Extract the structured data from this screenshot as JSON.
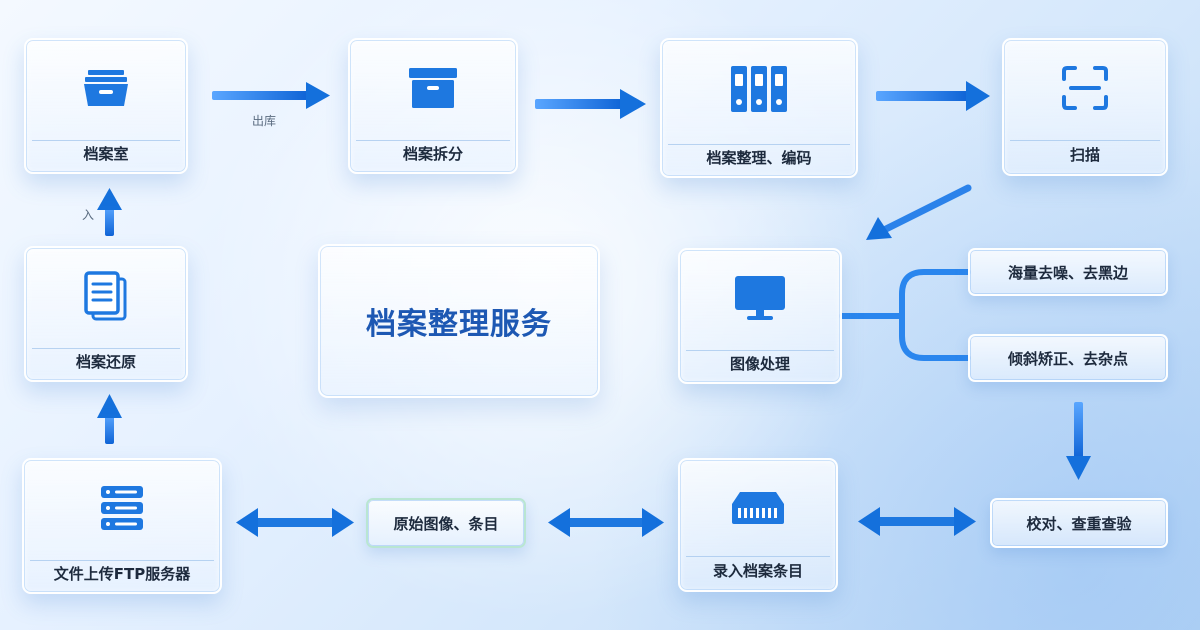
{
  "title": "档案整理服务",
  "nodes": {
    "archive_room": {
      "label": "档案室",
      "icon": "archive-box-icon"
    },
    "archive_split": {
      "label": "档案拆分",
      "icon": "storage-box-icon"
    },
    "archive_organize": {
      "label": "档案整理、编码",
      "icon": "binders-icon"
    },
    "scan": {
      "label": "扫描",
      "icon": "scan-icon"
    },
    "image_processing": {
      "label": "图像处理",
      "icon": "monitor-icon"
    },
    "denoise": {
      "label": "海量去噪、去黑边"
    },
    "deskew": {
      "label": "倾斜矫正、去杂点"
    },
    "proofread": {
      "label": "校对、查重查验"
    },
    "enter_records": {
      "label": "录入档案条目",
      "icon": "drive-icon"
    },
    "original_images": {
      "label": "原始图像、条目"
    },
    "ftp_upload": {
      "label": "文件上传FTP服务器",
      "icon": "server-icon"
    },
    "archive_restore": {
      "label": "档案还原",
      "icon": "document-icon"
    }
  },
  "edge_labels": {
    "out": "出库",
    "in": "入"
  },
  "colors": {
    "accent": "#1e78e0",
    "accent_dark": "#0f5fc4",
    "title": "#1d58b3",
    "text": "#1d2a3d"
  }
}
